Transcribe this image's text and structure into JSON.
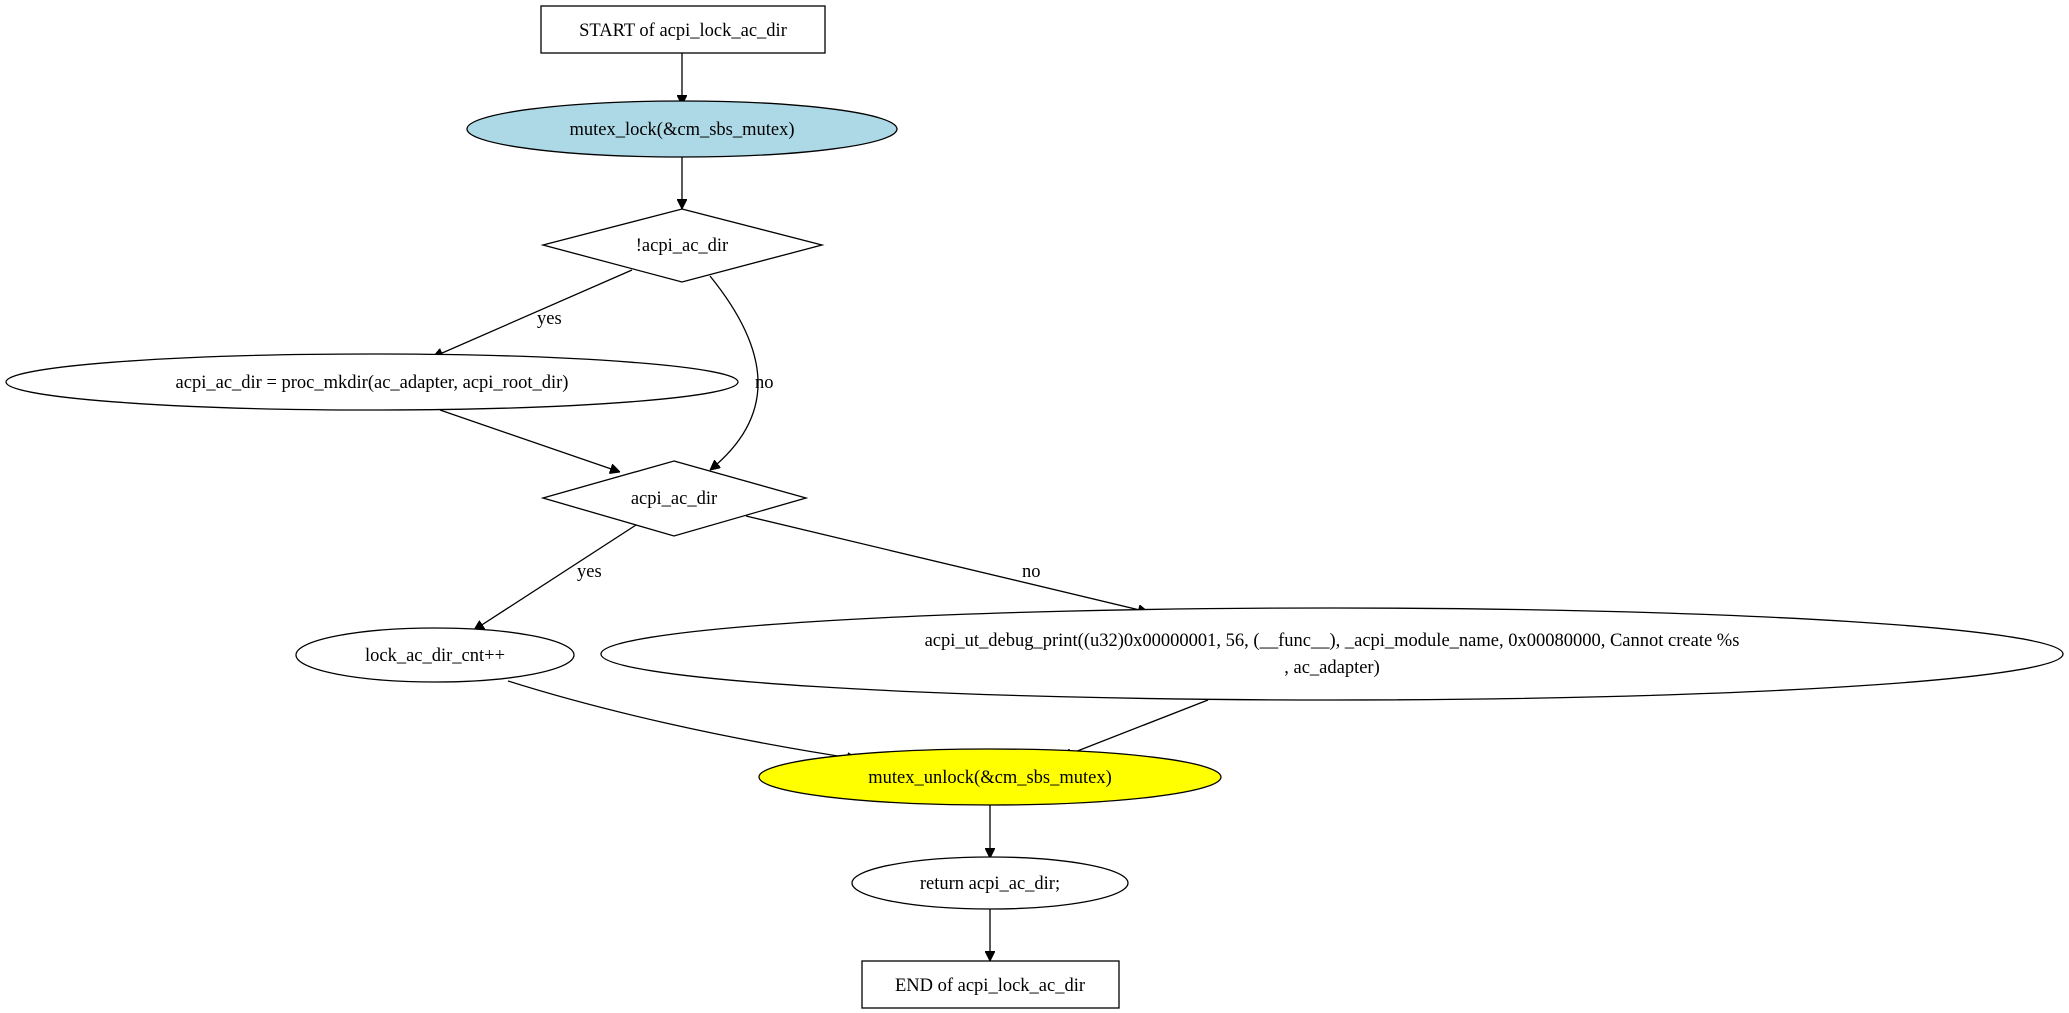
{
  "diagram": {
    "nodes": {
      "start": {
        "label": "START of acpi_lock_ac_dir",
        "shape": "box",
        "fill": "#ffffff"
      },
      "mutex_lock": {
        "label": "mutex_lock(&cm_sbs_mutex)",
        "shape": "ellipse",
        "fill": "#add8e6"
      },
      "cond_not_dir": {
        "label": "!acpi_ac_dir",
        "shape": "diamond",
        "fill": "#ffffff"
      },
      "mkdir": {
        "label": "acpi_ac_dir = proc_mkdir(ac_adapter, acpi_root_dir)",
        "shape": "ellipse",
        "fill": "#ffffff"
      },
      "cond_dir": {
        "label": "acpi_ac_dir",
        "shape": "diamond",
        "fill": "#ffffff"
      },
      "cnt_inc": {
        "label": "lock_ac_dir_cnt++",
        "shape": "ellipse",
        "fill": "#ffffff"
      },
      "debug_print": {
        "label_line1": "acpi_ut_debug_print((u32)0x00000001, 56, (__func__), _acpi_module_name, 0x00080000, Cannot create %s",
        "label_line2": ", ac_adapter)",
        "shape": "ellipse",
        "fill": "#ffffff"
      },
      "mutex_unlock": {
        "label": "mutex_unlock(&cm_sbs_mutex)",
        "shape": "ellipse",
        "fill": "#ffff00"
      },
      "return": {
        "label": "return acpi_ac_dir;",
        "shape": "ellipse",
        "fill": "#ffffff"
      },
      "end": {
        "label": "END of acpi_lock_ac_dir",
        "shape": "box",
        "fill": "#ffffff"
      }
    },
    "edges": [
      {
        "from": "start",
        "to": "mutex_lock",
        "label": ""
      },
      {
        "from": "mutex_lock",
        "to": "cond_not_dir",
        "label": ""
      },
      {
        "from": "cond_not_dir",
        "to": "mkdir",
        "label": "yes"
      },
      {
        "from": "cond_not_dir",
        "to": "cond_dir",
        "label": "no"
      },
      {
        "from": "mkdir",
        "to": "cond_dir",
        "label": ""
      },
      {
        "from": "cond_dir",
        "to": "cnt_inc",
        "label": "yes"
      },
      {
        "from": "cond_dir",
        "to": "debug_print",
        "label": "no"
      },
      {
        "from": "cnt_inc",
        "to": "mutex_unlock",
        "label": ""
      },
      {
        "from": "debug_print",
        "to": "mutex_unlock",
        "label": ""
      },
      {
        "from": "mutex_unlock",
        "to": "return",
        "label": ""
      },
      {
        "from": "return",
        "to": "end",
        "label": ""
      }
    ]
  }
}
